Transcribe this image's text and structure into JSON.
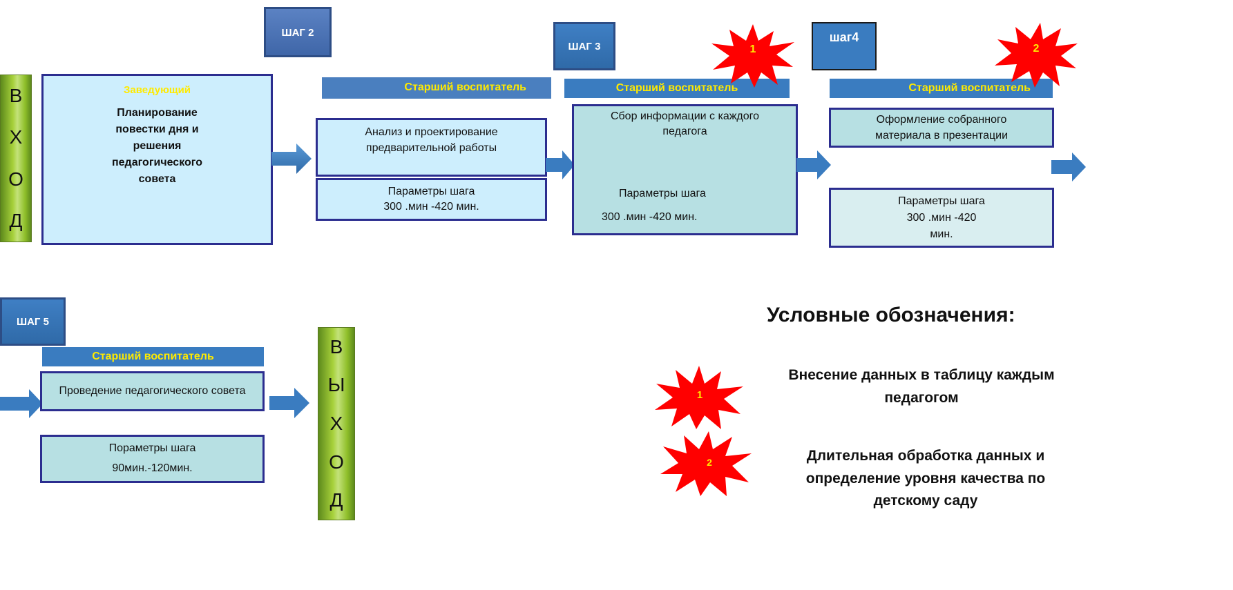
{
  "entry": {
    "letters": [
      "В",
      "Х",
      "О",
      "Д"
    ]
  },
  "box1": {
    "role": "Заведующий",
    "text": "Планирование повестки дня и решения педагогического совета"
  },
  "step2": {
    "label": "ШАГ 2",
    "role": "Старший воспитатель",
    "task": "Анализ и проектирование предварительной работы",
    "params_title": "Параметры шага",
    "params_value": "300 .мин -420 мин."
  },
  "step3": {
    "label": "ШАГ 3",
    "role": "Старший воспитатель",
    "task": "Сбор информации с каждого педагога",
    "params_title": "Параметры шага",
    "params_value": "300 .мин -420 мин.",
    "marker": "1"
  },
  "step4": {
    "label": "шаг4",
    "role": "Старший воспитатель",
    "task": "Оформление собранного материала в презентации",
    "params_title": "Параметры шага",
    "params_value": "300 .мин -420",
    "params_unit": "мин.",
    "marker": "2"
  },
  "step5": {
    "label": "ШАГ 5",
    "role": "Старший воспитатель",
    "task": "Проведение педагогического совета",
    "params_title": "Пораметры шага",
    "params_value": "90мин.-120мин."
  },
  "exit": {
    "letters": [
      "В",
      "Ы",
      "Х",
      "О",
      "Д"
    ]
  },
  "legend": {
    "title": "Условные обозначения:",
    "items": [
      {
        "marker": "1",
        "text": "Внесение данных в таблицу каждым педагогом"
      },
      {
        "marker": "2",
        "text": "Длительная обработка  данных и определение уровня качества по детскому саду"
      }
    ]
  },
  "colors": {
    "marker_fill": "#ff0000",
    "marker_text": "#ffea00",
    "role_text": "#ffea00",
    "arrow": "#3a7cc0"
  }
}
